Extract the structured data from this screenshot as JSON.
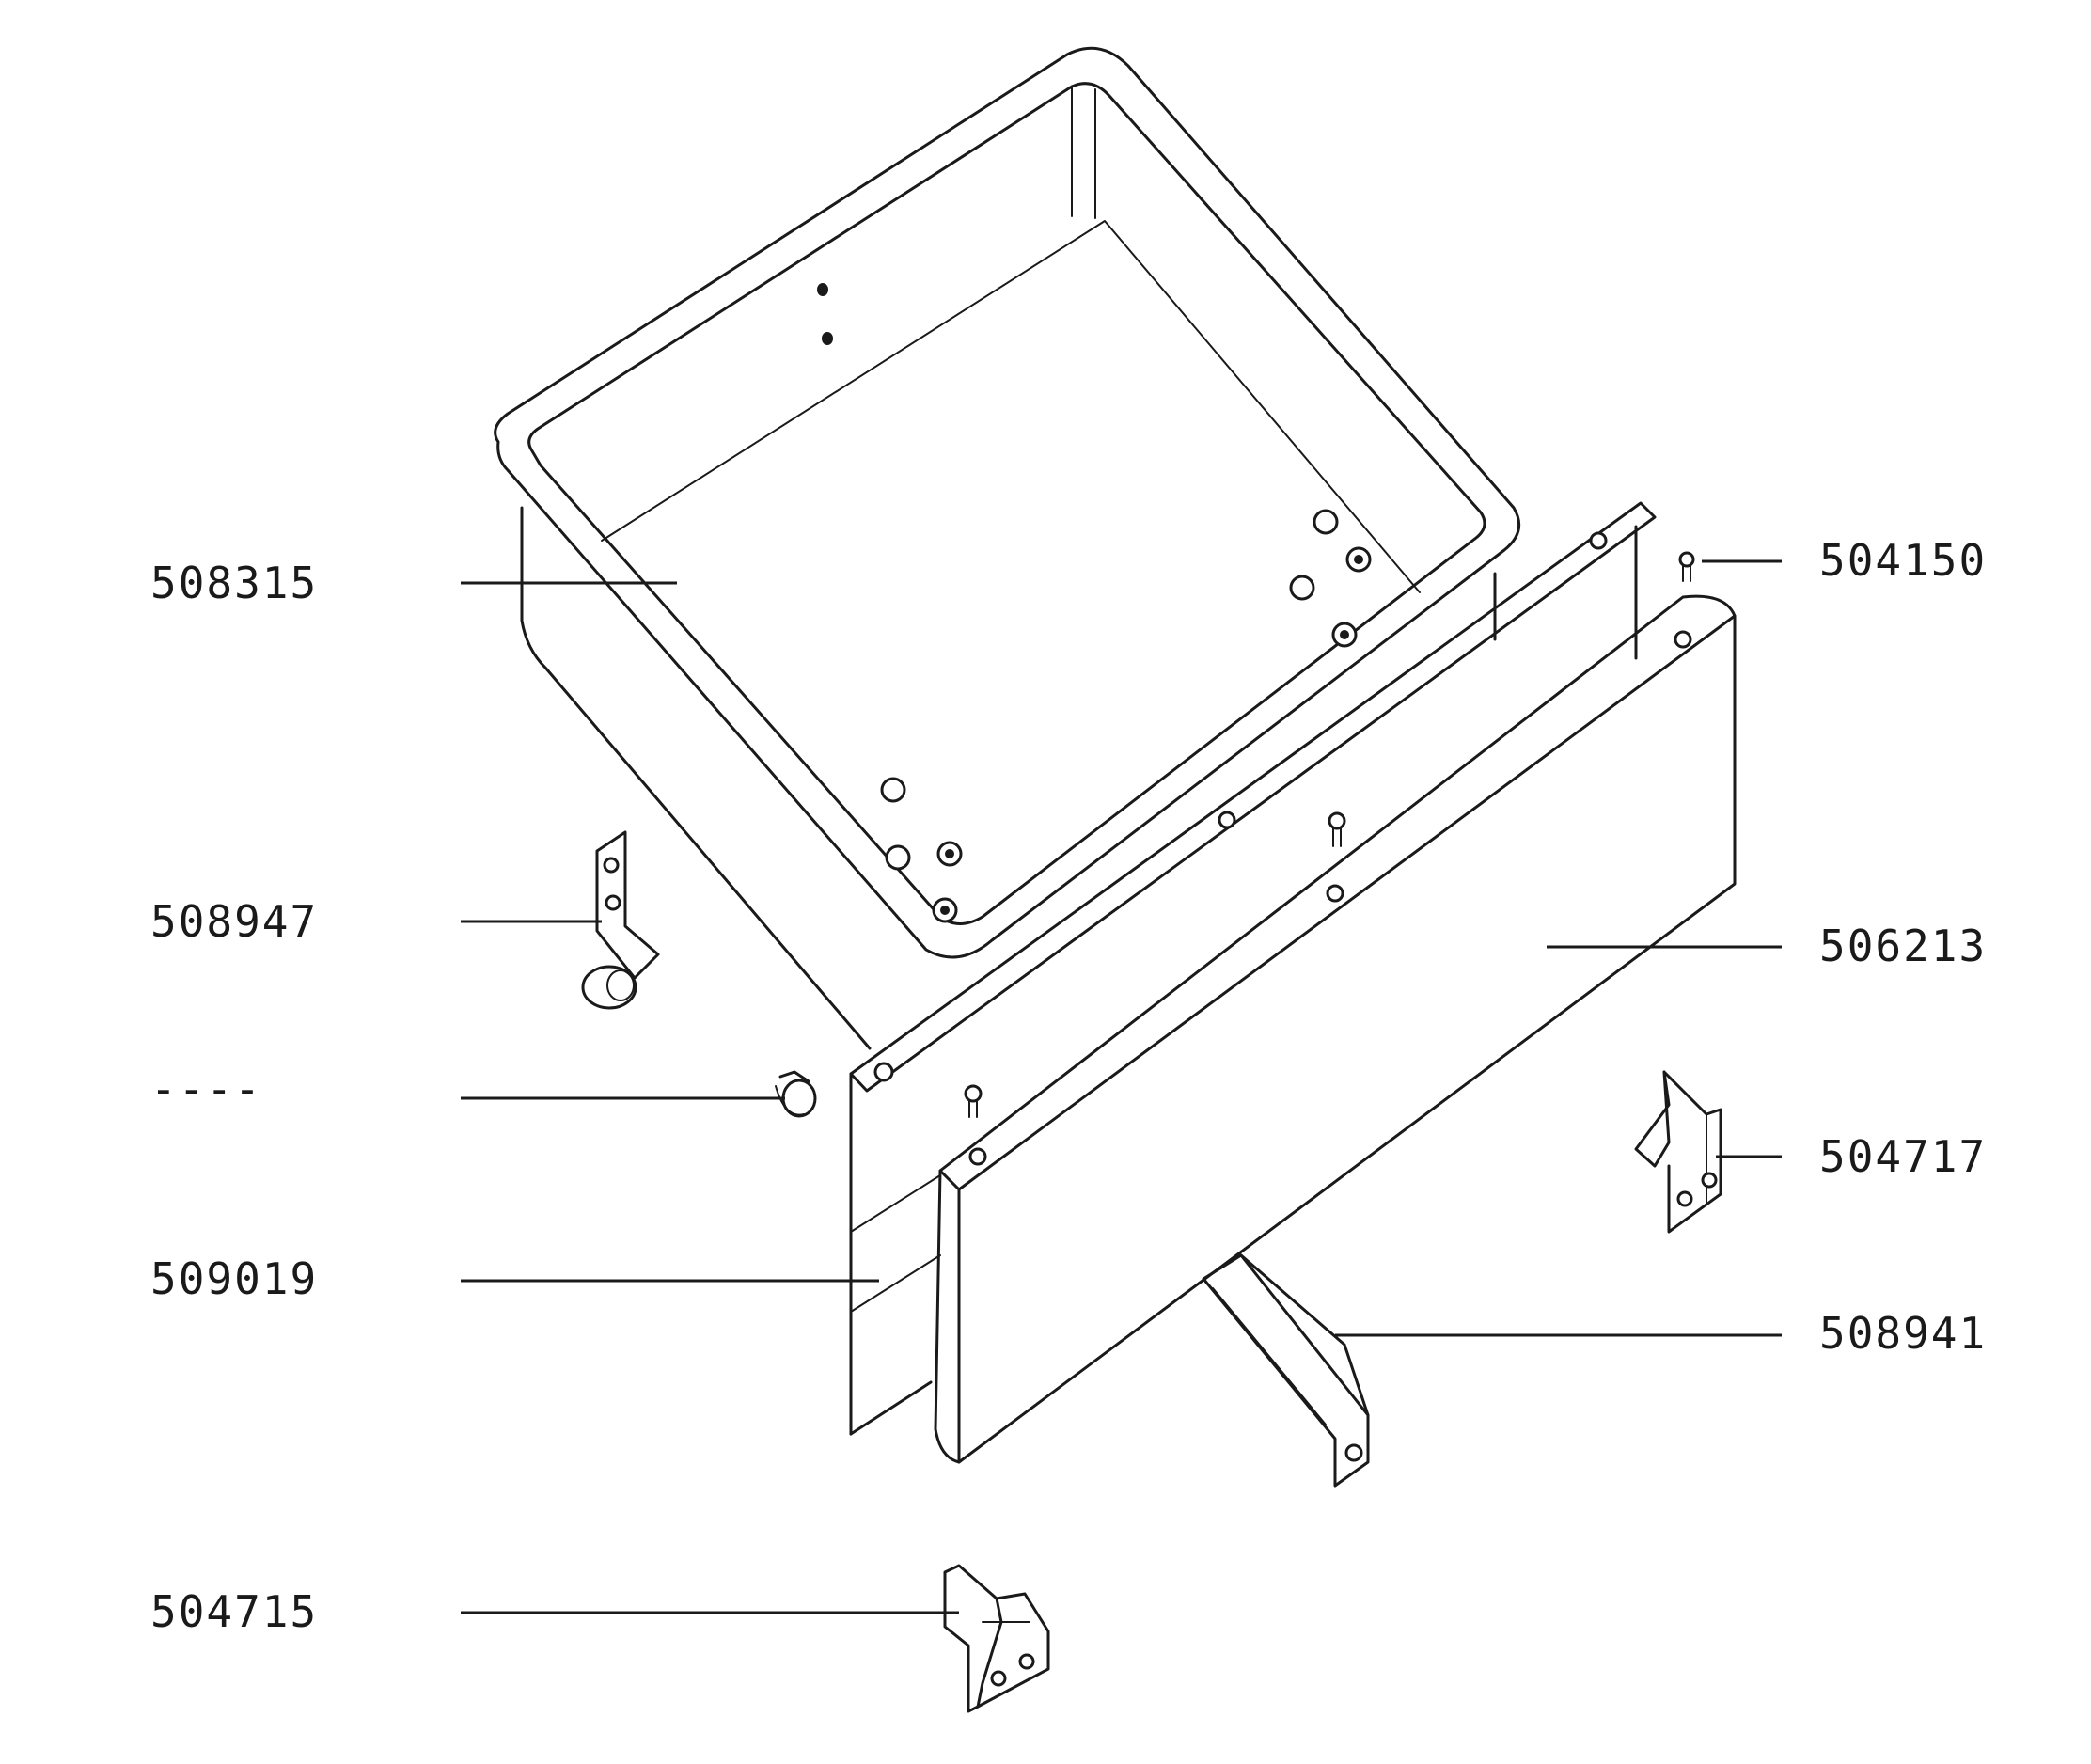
{
  "diagram": {
    "labels": {
      "tub": "508315",
      "caster_bracket": "508947",
      "knob": "----",
      "inner_panel": "509019",
      "bracket_bottom": "504715",
      "pin_top": "504150",
      "front_panel": "506213",
      "bracket_right": "504717",
      "support_rail": "508941"
    }
  }
}
